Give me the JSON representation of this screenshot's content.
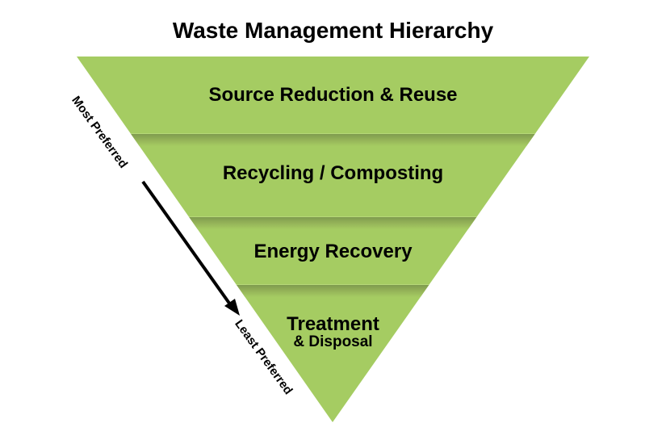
{
  "title": "Waste Management Hierarchy",
  "pyramid": {
    "type": "inverted-pyramid-hierarchy",
    "direction_labels": {
      "most": "Most Preferred",
      "least": "Least Preferred"
    },
    "tiers": [
      {
        "rank": 1,
        "label": "Source Reduction & Reuse"
      },
      {
        "rank": 2,
        "label": "Recycling / Composting"
      },
      {
        "rank": 3,
        "label": "Energy Recovery"
      },
      {
        "rank": 4,
        "label": "Treatment",
        "sublabel": "& Disposal"
      }
    ],
    "colors": {
      "fill_green": "#a5cc62",
      "divider_shadow": "#7f9b4e",
      "divider_highlight": "#b6d878",
      "text": "#000000",
      "arrow": "#000000",
      "background": "#ffffff"
    }
  }
}
